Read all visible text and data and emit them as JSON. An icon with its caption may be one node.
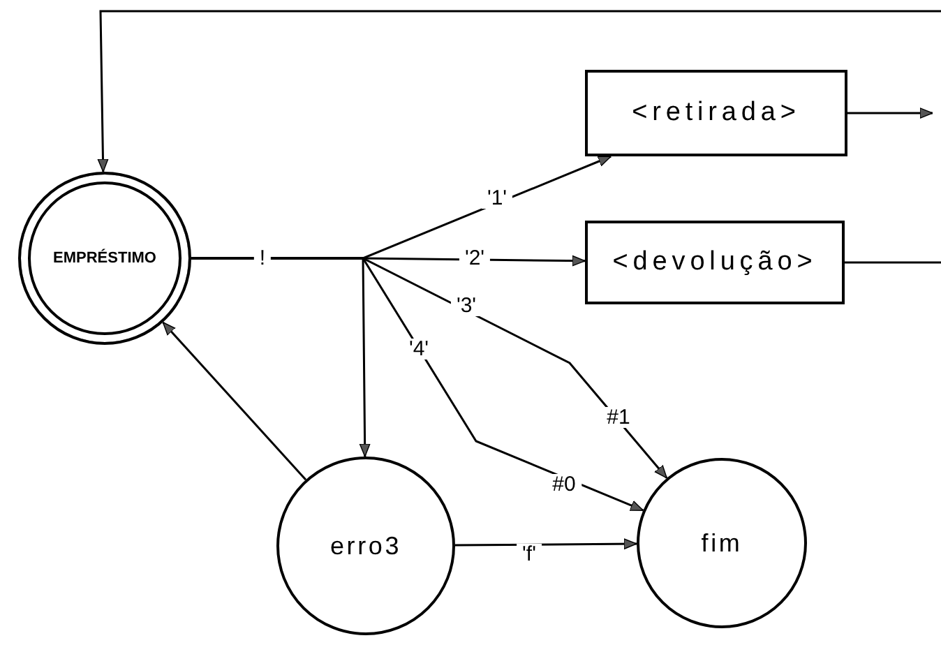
{
  "diagram": {
    "nodes": [
      {
        "text": [
          "EMPRÉSTIMO"
        ]
      },
      {
        "text": [
          "<retirada>"
        ]
      },
      {
        "text": [
          "<devolução>"
        ]
      },
      {
        "text": [
          "erro3"
        ]
      },
      {
        "text": [
          "fim"
        ]
      }
    ],
    "edges": [
      {
        "from": 0,
        "to": 1,
        "arrow": "to",
        "label": "'1'"
      },
      {
        "from": 0,
        "to": 2,
        "arrow": "to",
        "label": "'2'"
      },
      {
        "from": 0,
        "to": 4,
        "arrow": "to",
        "label": "'3'"
      },
      {
        "from": 0,
        "to": 4,
        "arrow": "to",
        "label": "'4'"
      },
      {
        "from": 0,
        "to": 3,
        "arrow": "to"
      },
      {
        "from": 3,
        "to": 0,
        "arrow": "to"
      },
      {
        "from": 3,
        "to": 4,
        "arrow": "to",
        "label": "'f'"
      },
      {
        "from": 1,
        "to": null,
        "arrow": "to"
      },
      {
        "from": 2,
        "to": null,
        "arrow": "none"
      },
      {
        "from": null,
        "to": 0,
        "arrow": "to"
      }
    ],
    "labels": [
      "!",
      "#1",
      "#0"
    ]
  }
}
